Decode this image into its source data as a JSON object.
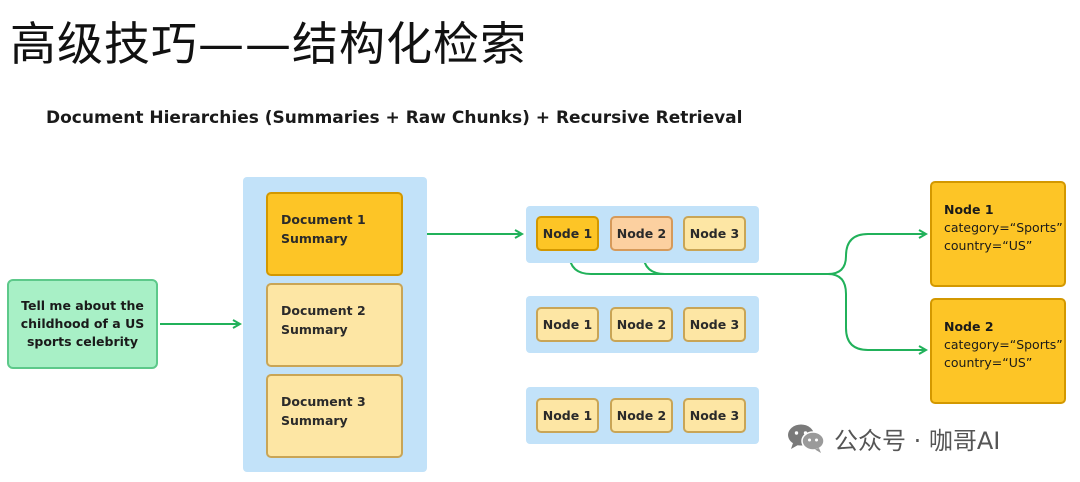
{
  "title": "高级技巧——结构化检索",
  "subtitle": "Document Hierarchies (Summaries + Raw Chunks) + Recursive Retrieval",
  "query": "Tell me about the childhood of a US sports celebrity",
  "documents": [
    {
      "line1": "Document 1",
      "line2": "Summary"
    },
    {
      "line1": "Document 2",
      "line2": "Summary"
    },
    {
      "line1": "Document 3",
      "line2": "Summary"
    }
  ],
  "node_groups": [
    [
      "Node 1",
      "Node 2",
      "Node 3"
    ],
    [
      "Node 1",
      "Node 2",
      "Node 3"
    ],
    [
      "Node 1",
      "Node 2",
      "Node 3"
    ]
  ],
  "results": [
    {
      "name": "Node 1",
      "category": "category=“Sports”",
      "country": "country=“US”"
    },
    {
      "name": "Node 2",
      "category": "category=“Sports”",
      "country": "country=“US”"
    }
  ],
  "watermark": "公众号 · 咖哥AI",
  "colors": {
    "arrow": "#21b15a",
    "panel": "#c2e2f9",
    "active": "#fdc526",
    "idle": "#fde6a4",
    "query": "#a8f0c6"
  }
}
